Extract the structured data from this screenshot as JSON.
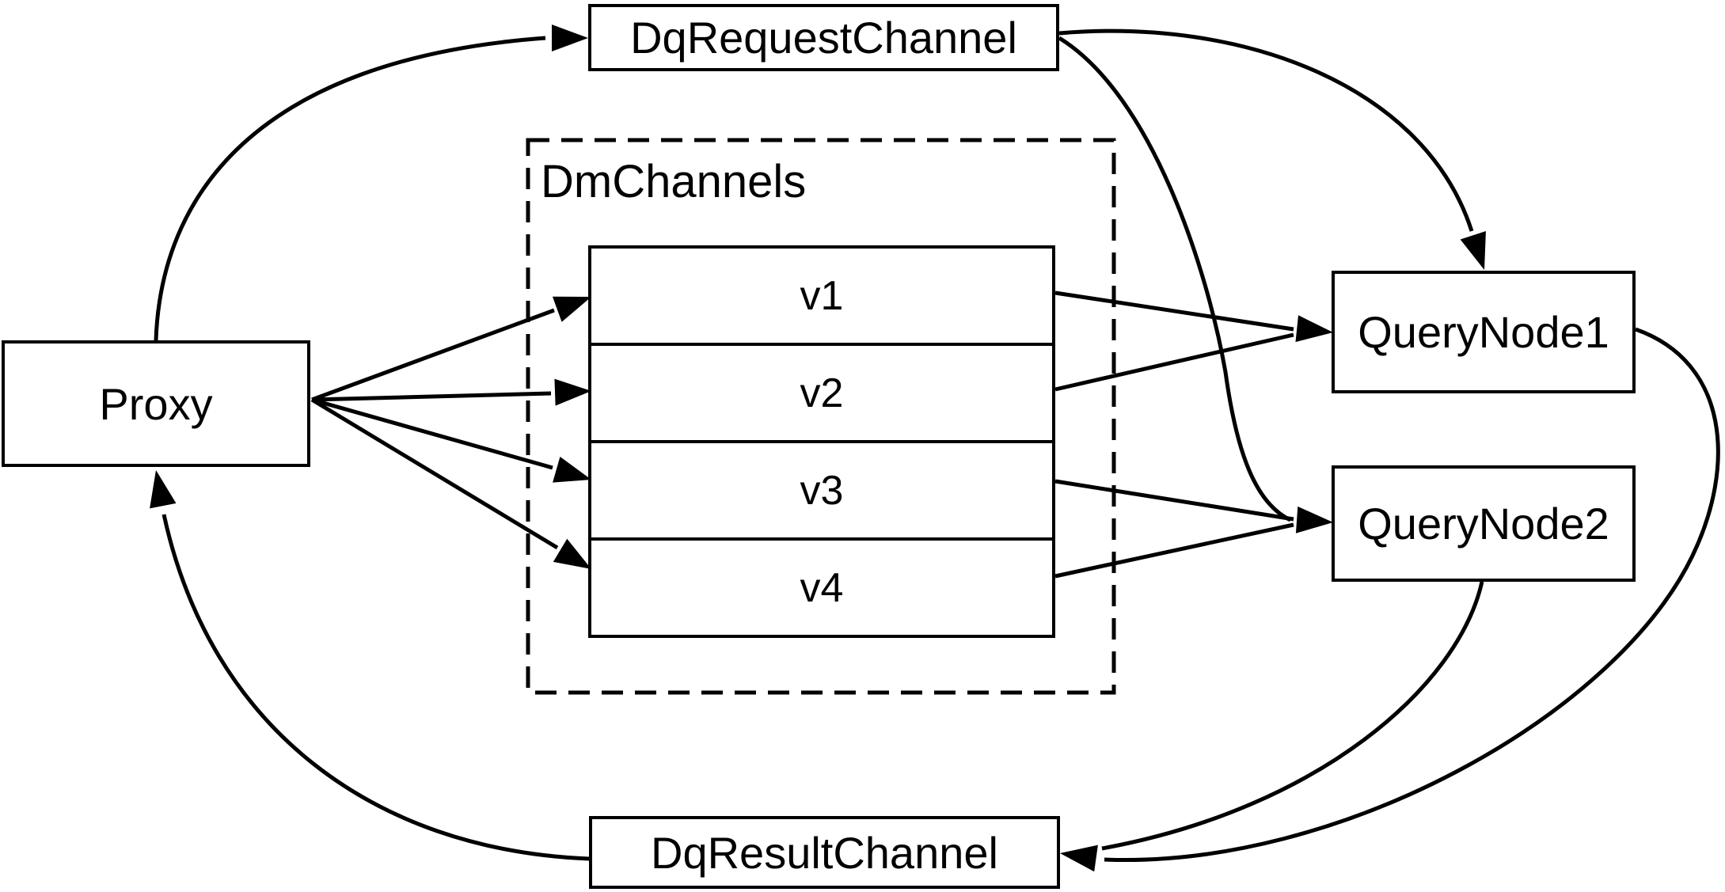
{
  "canvas": {
    "background": "#ffffff",
    "line_color": "#000000",
    "box_fill": "#ffffff"
  },
  "nodes": {
    "proxy": {
      "label": "Proxy"
    },
    "dq_request_channel": {
      "label": "DqRequestChannel"
    },
    "dm_channels": {
      "label": "DmChannels",
      "rows": [
        {
          "label": "v1"
        },
        {
          "label": "v2"
        },
        {
          "label": "v3"
        },
        {
          "label": "v4"
        }
      ]
    },
    "query_node_1": {
      "label": "QueryNode1"
    },
    "query_node_2": {
      "label": "QueryNode2"
    },
    "dq_result_channel": {
      "label": "DqResultChannel"
    }
  },
  "edges": [
    {
      "id": "proxy-to-dq-request-channel",
      "from": "proxy",
      "to": "dq_request_channel"
    },
    {
      "id": "proxy-to-v1",
      "from": "proxy",
      "to": "dm_channels.v1"
    },
    {
      "id": "proxy-to-v2",
      "from": "proxy",
      "to": "dm_channels.v2"
    },
    {
      "id": "proxy-to-v3",
      "from": "proxy",
      "to": "dm_channels.v3"
    },
    {
      "id": "proxy-to-v4",
      "from": "proxy",
      "to": "dm_channels.v4"
    },
    {
      "id": "v1-to-query-node-1",
      "from": "dm_channels.v1",
      "to": "query_node_1"
    },
    {
      "id": "v2-to-query-node-1",
      "from": "dm_channels.v2",
      "to": "query_node_1"
    },
    {
      "id": "v3-to-query-node-2",
      "from": "dm_channels.v3",
      "to": "query_node_2"
    },
    {
      "id": "v4-to-query-node-2",
      "from": "dm_channels.v4",
      "to": "query_node_2"
    },
    {
      "id": "dq-request-channel-to-query-node-1",
      "from": "dq_request_channel",
      "to": "query_node_1"
    },
    {
      "id": "dq-request-channel-to-query-node-2",
      "from": "dq_request_channel",
      "to": "query_node_2"
    },
    {
      "id": "query-node-1-to-dq-result-channel",
      "from": "query_node_1",
      "to": "dq_result_channel"
    },
    {
      "id": "query-node-2-to-dq-result-channel",
      "from": "query_node_2",
      "to": "dq_result_channel"
    },
    {
      "id": "dq-result-channel-to-proxy",
      "from": "dq_result_channel",
      "to": "proxy"
    }
  ]
}
